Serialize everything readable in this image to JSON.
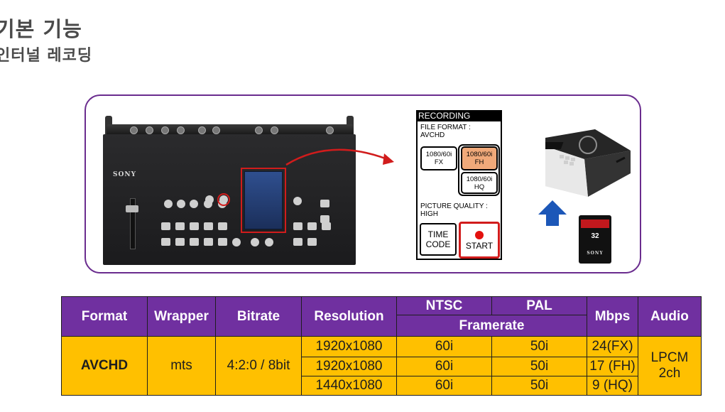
{
  "title": {
    "line1": "기본 기능",
    "line2": "인터널 레코딩"
  },
  "recording_menu": {
    "header": "RECORDING",
    "file_format_label": "FILE FORMAT :",
    "file_format_value": "AVCHD",
    "options": [
      {
        "line1": "1080/60i",
        "line2": "FX",
        "selected": false
      },
      {
        "line1": "1080/60i",
        "line2": "FH",
        "selected": true
      },
      {
        "line1": "1080/60i",
        "line2": "HQ",
        "selected": false
      }
    ],
    "quality_label": "PICTURE QUALITY :",
    "quality_value": "HIGH",
    "timecode_line1": "TIME",
    "timecode_line2": "CODE",
    "start_label": "START"
  },
  "device": {
    "brand": "SONY"
  },
  "sd_card": {
    "size": "32",
    "brand": "SONY"
  },
  "colors": {
    "frame": "#6a2c8e",
    "header_bg": "#7030a0",
    "cell_bg": "#ffc000",
    "highlight_red": "#d11c1c",
    "selected_option": "#f0a97a",
    "arrow_blue": "#1c57b8"
  },
  "table": {
    "headers": {
      "format": "Format",
      "wrapper": "Wrapper",
      "bitrate": "Bitrate",
      "resolution": "Resolution",
      "ntsc": "NTSC",
      "pal": "PAL",
      "framerate": "Framerate",
      "mbps": "Mbps",
      "audio": "Audio"
    },
    "format": "AVCHD",
    "wrapper": "mts",
    "bitrate": "4:2:0 / 8bit",
    "audio_line1": "LPCM",
    "audio_line2": "2ch",
    "rows": [
      {
        "resolution": "1920x1080",
        "ntsc": "60i",
        "pal": "50i",
        "mbps": "24(FX)"
      },
      {
        "resolution": "1920x1080",
        "ntsc": "60i",
        "pal": "50i",
        "mbps": "17 (FH)"
      },
      {
        "resolution": "1440x1080",
        "ntsc": "60i",
        "pal": "50i",
        "mbps": "9 (HQ)"
      }
    ]
  }
}
